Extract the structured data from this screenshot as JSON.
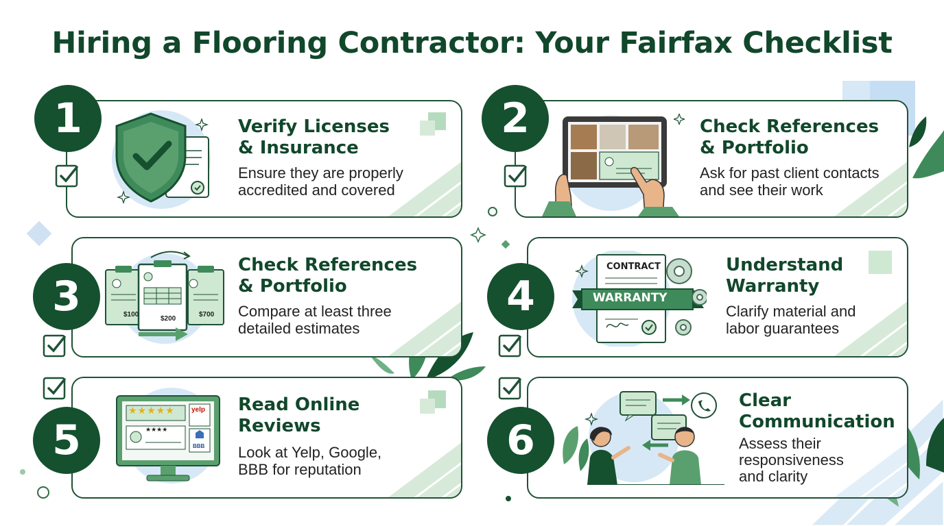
{
  "title": "Hiring a Flooring Contractor: Your Fairfax Checklist",
  "colors": {
    "dark_green": "#15502f",
    "mid_green": "#3f8a5a",
    "light_green": "#cfe8d2",
    "light_blue": "#d6e8f6",
    "border": "#1f5136"
  },
  "steps": [
    {
      "number": "1",
      "title_line1": "Verify Licenses",
      "title_line2": "& Insurance",
      "desc_line1": "Ensure they are properly",
      "desc_line2": "accredited and covered",
      "icon": "shield-check-icon"
    },
    {
      "number": "2",
      "title_line1": "Check References",
      "title_line2": "& Portfolio",
      "desc_line1": "Ask for past client contacts",
      "desc_line2": "and see their work",
      "icon": "tablet-portfolio-icon"
    },
    {
      "number": "3",
      "title_line1": "Check References",
      "title_line2": "& Portfolio",
      "desc_line1": "Compare at least three",
      "desc_line2": "detailed estimates",
      "icon": "estimates-clipboards-icon",
      "prices": [
        "$100",
        "$200",
        "$700"
      ]
    },
    {
      "number": "4",
      "title_line1": "Understand",
      "title_line2": "Warranty",
      "desc_line1": "Clarify material and",
      "desc_line2": "labor guarantees",
      "icon": "warranty-contract-icon",
      "contract_label": "CONTRACT",
      "warranty_label": "WARRANTY"
    },
    {
      "number": "5",
      "title_line1": "Read Online",
      "title_line2": "Reviews",
      "desc_line1": "Look at Yelp, Google,",
      "desc_line2": "BBB for reputation",
      "icon": "monitor-reviews-icon",
      "stars": "★★★★★",
      "stars_small": "★★★★",
      "yelp_label": "yelp",
      "bbb_label": "BBB"
    },
    {
      "number": "6",
      "title_line1": "Clear",
      "title_line2": "Communication",
      "desc_line1": "Assess their",
      "desc_line2": "responsiveness",
      "desc_line3": "and clarity",
      "icon": "conversation-icon"
    }
  ]
}
